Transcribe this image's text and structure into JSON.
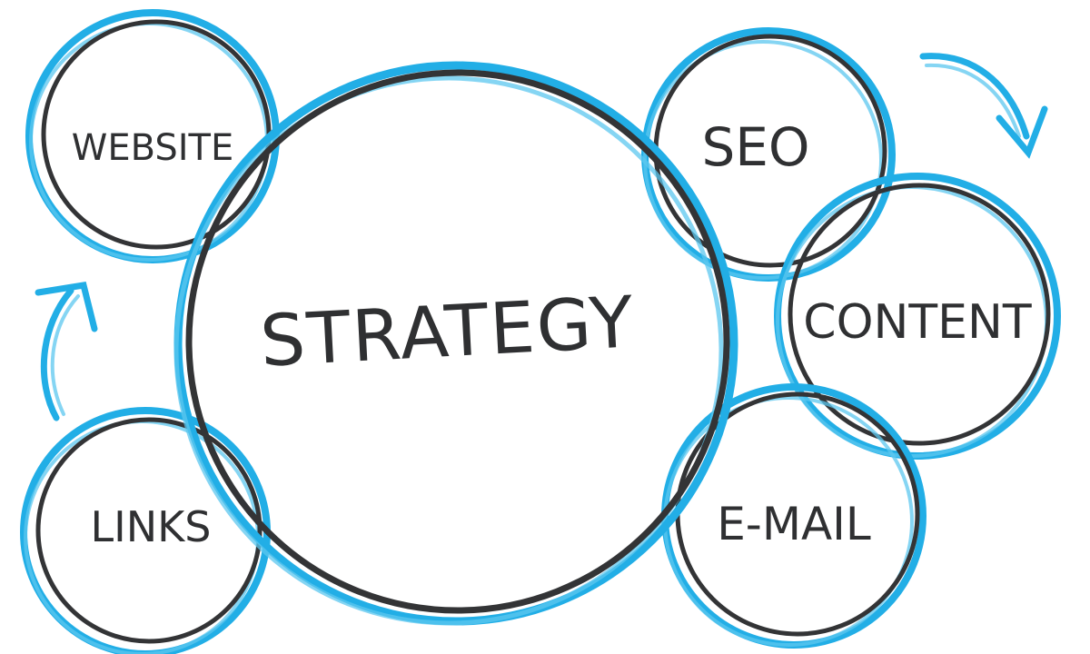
{
  "diagram": {
    "center": {
      "label": "STRATEGY"
    },
    "nodes": [
      {
        "id": "website",
        "label": "WEBSITE"
      },
      {
        "id": "seo",
        "label": "SEO"
      },
      {
        "id": "content",
        "label": "CONTENT"
      },
      {
        "id": "email",
        "label": "E-MAIL"
      },
      {
        "id": "links",
        "label": "LINKS"
      }
    ],
    "colors": {
      "ink": "#333436",
      "accent": "#22aee6"
    }
  }
}
